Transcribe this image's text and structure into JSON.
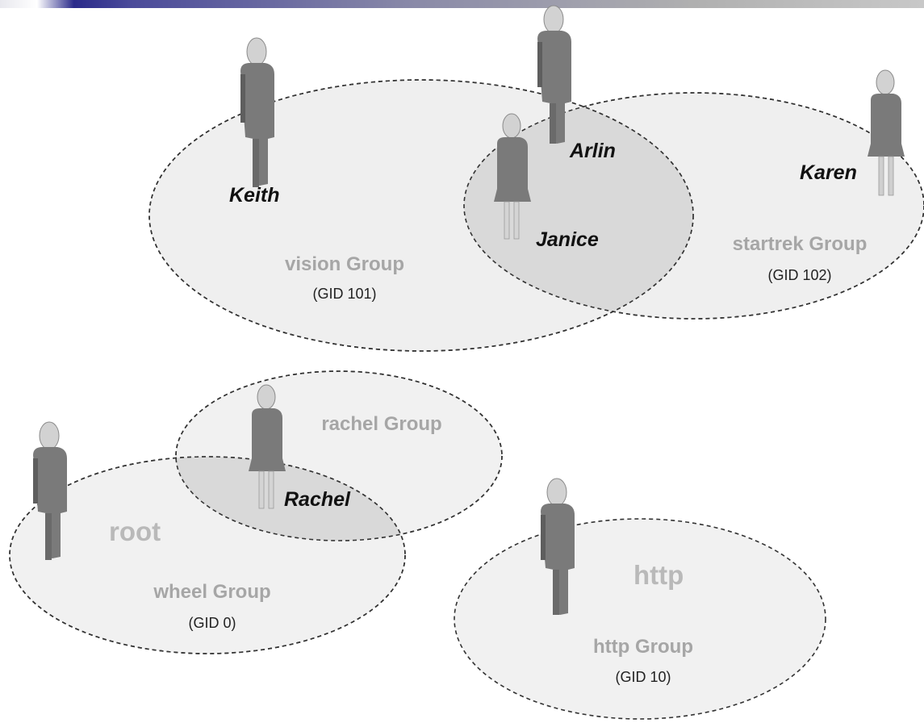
{
  "colors": {
    "ellipse_fill": "#efefef",
    "overlap_fill": "#d9d9d9",
    "person_body": "#7a7a7a",
    "person_head": "#cfcfcf",
    "group_text": "#a6a6a6",
    "user_text": "#111111"
  },
  "groups": {
    "vision": {
      "name": "vision Group",
      "gid": "(GID 101)"
    },
    "startrek": {
      "name": "startrek Group",
      "gid": "(GID 102)"
    },
    "rachel": {
      "name": "rachel Group"
    },
    "wheel": {
      "name": "wheel Group",
      "gid": "(GID 0)"
    },
    "http": {
      "name": "http Group",
      "gid": "(GID 10)"
    }
  },
  "users": {
    "keith": "Keith",
    "arlin": "Arlin",
    "karen": "Karen",
    "janice": "Janice",
    "rachel": "Rachel",
    "root": "root",
    "http": "http"
  }
}
